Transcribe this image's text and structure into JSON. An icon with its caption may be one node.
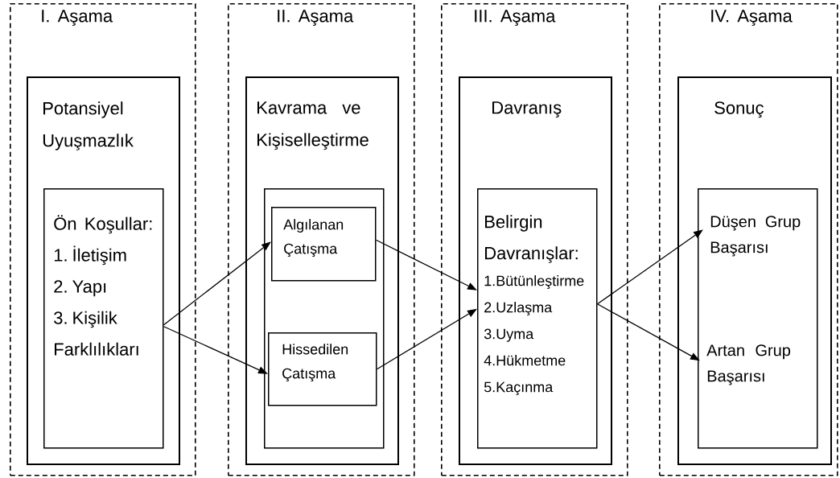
{
  "diagram": {
    "nodes": [
      {
        "text": [
          "I. Aşama"
        ]
      },
      {
        "text": [
          "Potansiyel Uyuşmazlık"
        ],
        "in": 0
      },
      {
        "text": [
          "Ön Koşullar:",
          "1. İletişim",
          "2. Yapı",
          "3. Kişilik Farklılıkları"
        ],
        "in": 1
      },
      {
        "text": [
          "II. Aşama"
        ]
      },
      {
        "text": [
          "Kavrama ve Kişiselleştirme"
        ],
        "in": 3
      },
      {
        "text": [],
        "shape": "box",
        "in": 4
      },
      {
        "text": [
          "Algılanan Çatışma"
        ],
        "in": 5
      },
      {
        "text": [
          "Hissedilen Çatışma"
        ],
        "in": 5
      },
      {
        "text": [
          "III. Aşama"
        ]
      },
      {
        "text": [
          "Davranış"
        ],
        "in": 8
      },
      {
        "text": [
          "Belirgin Davranışlar:",
          "1.Bütünleştirme",
          "2.Uzlaşma",
          "3.Uyma",
          "4.Hükmetme",
          "5.Kaçınma"
        ],
        "in": 9
      },
      {
        "text": [
          "IV. Aşama"
        ]
      },
      {
        "text": [
          "Sonuç"
        ],
        "in": 11
      },
      {
        "text": [],
        "shape": "box",
        "in": 12
      },
      {
        "text": [
          "Düşen Grup Başarısı"
        ],
        "in": 13
      },
      {
        "text": [
          "Artan Grup Başarısı"
        ],
        "in": 13
      }
    ],
    "edges": [
      {
        "from": 2,
        "to": 6,
        "arrow": "to"
      },
      {
        "from": 2,
        "to": 7,
        "arrow": "to"
      },
      {
        "from": 6,
        "to": 10,
        "arrow": "to"
      },
      {
        "from": 7,
        "to": 10,
        "arrow": "to"
      },
      {
        "from": 10,
        "to": 14,
        "arrow": "to"
      },
      {
        "from": 10,
        "to": 15,
        "arrow": "to"
      }
    ]
  }
}
